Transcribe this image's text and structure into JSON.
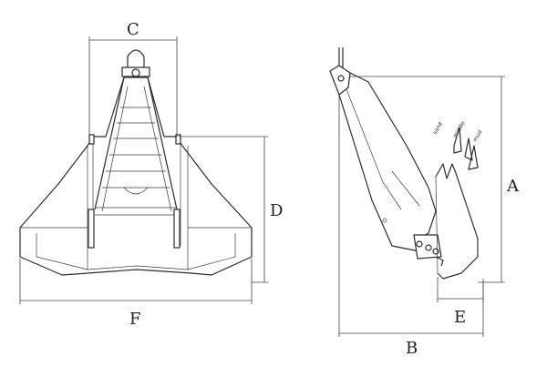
{
  "dimensions": {
    "a": "A",
    "b": "B",
    "c": "C",
    "d": "D",
    "e": "E",
    "f": "F"
  },
  "tooth_labels": {
    "sand": "sand",
    "middle": "middle",
    "mud": "mud"
  }
}
